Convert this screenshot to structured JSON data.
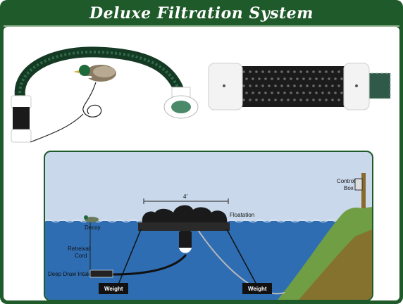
{
  "title": "Deluxe Filtration System",
  "diagram": {
    "dimension_label": "4'",
    "floatation_label": "Floatation",
    "control_box_label_line1": "Control",
    "control_box_label_line2": "Box",
    "decoy_label": "Decoy",
    "retrieval_cord_line1": "Retreival",
    "retrieval_cord_line2": "Cord",
    "intake_label": "Deep Draw Intake",
    "weight_left_label": "Weight",
    "weight_right_label": "Weight"
  },
  "colors": {
    "frame_green": "#1f5a2a",
    "water_blue": "#2f6db3",
    "sky": "#c9d8ea",
    "hill_green": "#6f9e45",
    "dirt_brown": "#8a6a2c"
  }
}
